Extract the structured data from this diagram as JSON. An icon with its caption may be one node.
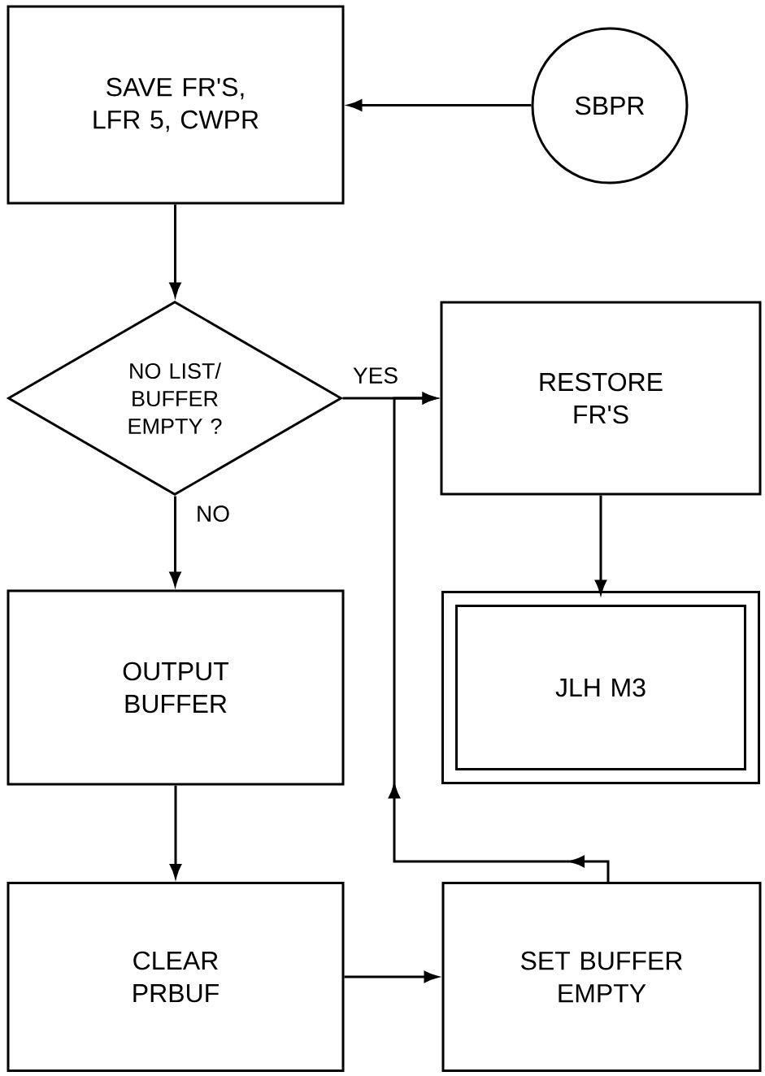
{
  "diagram": {
    "nodes": [
      {
        "text": [
          "SAVE FR'S, LFR 5, CWPR"
        ]
      },
      {
        "text": [
          "SBPR"
        ]
      },
      {
        "text": [
          "NO LIST/ BUFFER EMPTY ?"
        ]
      },
      {
        "text": [
          "RESTORE FR'S"
        ]
      },
      {
        "text": [
          "JLH M3"
        ]
      },
      {
        "text": [
          "OUTPUT BUFFER"
        ]
      },
      {
        "text": [
          "CLEAR PRBUF"
        ]
      },
      {
        "text": [
          "SET BUFFER EMPTY"
        ]
      }
    ],
    "edges": [
      {
        "from": 1,
        "to": 0,
        "arrow": "to"
      },
      {
        "from": 0,
        "to": 2,
        "arrow": "to"
      },
      {
        "from": 2,
        "to": 3,
        "arrow": "to",
        "label": "YES"
      },
      {
        "from": 2,
        "to": 5,
        "arrow": "to",
        "label": "NO"
      },
      {
        "from": 3,
        "to": 4,
        "arrow": "to"
      },
      {
        "from": 5,
        "to": 6,
        "arrow": "to"
      },
      {
        "from": 6,
        "to": 7,
        "arrow": "to"
      },
      {
        "from": 7,
        "to": 3,
        "arrow": "to"
      }
    ]
  }
}
